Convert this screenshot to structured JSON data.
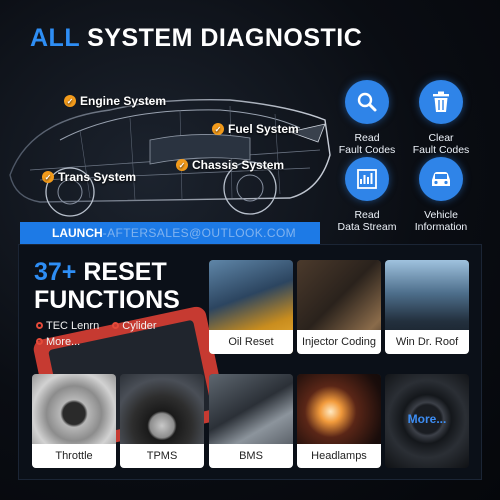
{
  "header": {
    "title_accent": "ALL",
    "title_rest": "SYSTEM DIAGNOSTIC"
  },
  "systems": [
    {
      "label": "Engine System"
    },
    {
      "label": "Fuel System"
    },
    {
      "label": "Chassis System"
    },
    {
      "label": "Trans System"
    }
  ],
  "features": [
    {
      "icon": "search-icon",
      "label_line1": "Read",
      "label_line2": "Fault Codes"
    },
    {
      "icon": "trash-icon",
      "label_line1": "Clear",
      "label_line2": "Fault Codes"
    },
    {
      "icon": "data-stream-icon",
      "label_line1": "Read",
      "label_line2": "Data Stream"
    },
    {
      "icon": "vehicle-info-icon",
      "label_line1": "Vehicle",
      "label_line2": "Information"
    }
  ],
  "banner": {
    "brand": "LAUNCH",
    "email": "-AFTERSALES@OUTLOOK.COM"
  },
  "reset": {
    "count": "37+",
    "title_rest": "RESET",
    "title_line2": "FUNCTIONS",
    "items": [
      "TEC Lenrn",
      "Cylider",
      "More..."
    ]
  },
  "tiles": [
    {
      "caption": "Oil Reset"
    },
    {
      "caption": "Injector Coding"
    },
    {
      "caption": "Win Dr. Roof"
    },
    {
      "caption": "Throttle"
    },
    {
      "caption": "TPMS"
    },
    {
      "caption": "BMS"
    },
    {
      "caption": "Headlamps"
    },
    {
      "caption": "More..."
    }
  ],
  "colors": {
    "accent": "#2e8ef5",
    "check": "#f39b1b",
    "banner": "#1d7ae6",
    "bullet": "#e44a3a"
  }
}
